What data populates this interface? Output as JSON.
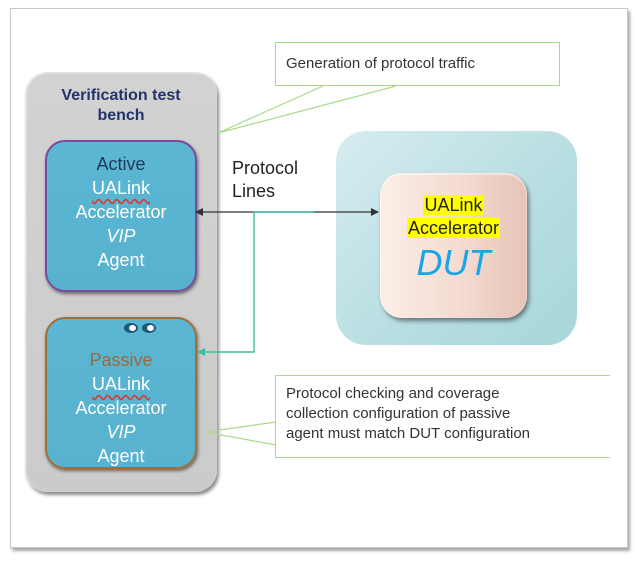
{
  "testbench": {
    "title_line1": "Verification test",
    "title_line2": "bench"
  },
  "active_agent": {
    "line1": "Active",
    "line2": "UALink",
    "line3": "Accelerator",
    "line4": "VIP",
    "line5": "Agent",
    "border_color": "#7b4aa0"
  },
  "passive_agent": {
    "icon": "eyes-icon",
    "line1": "Passive",
    "line2": "UALink",
    "line3": "Accelerator",
    "line4": "VIP",
    "line5": "Agent",
    "border_color": "#a0703a"
  },
  "dut": {
    "line1": "UALink",
    "line2": "Accelerator",
    "label": "DUT",
    "label_color": "#1aa6e6",
    "highlight_color": "#ffff00"
  },
  "protocol_lines": {
    "line1": "Protocol",
    "line2": "Lines"
  },
  "callouts": {
    "generation": "Generation of protocol traffic",
    "checking_line1": "Protocol checking and coverage",
    "checking_line2": "collection configuration of passive",
    "checking_line3": "agent must match DUT configuration",
    "border_color": "#a9d98a"
  },
  "colors": {
    "testbench_fill": "#cfcfcf",
    "testbench_title": "#23346b",
    "agent_fill": "#5ab6d3",
    "monitor_line": "#3cc0a0",
    "bus_line": "#333333"
  }
}
